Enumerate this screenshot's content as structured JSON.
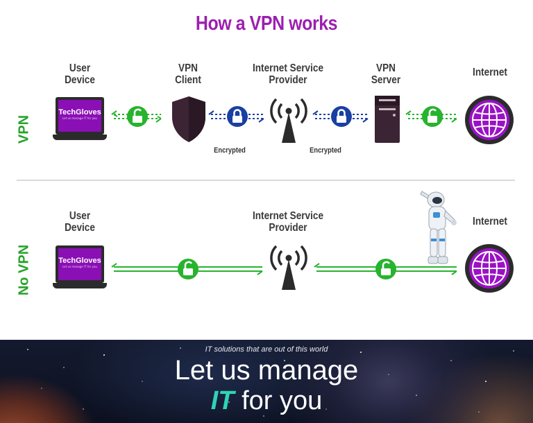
{
  "title": "How a VPN works",
  "rows": {
    "vpn": {
      "label": "VPN",
      "nodes": {
        "user_device": "User\nDevice",
        "vpn_client": "VPN\nClient",
        "isp": "Internet Service\nProvider",
        "vpn_server": "VPN\nServer",
        "internet": "Internet"
      },
      "encrypted_labels": [
        "Encrypted",
        "Encrypted"
      ]
    },
    "no_vpn": {
      "label": "No VPN",
      "nodes": {
        "user_device": "User\nDevice",
        "isp": "Internet Service\nProvider",
        "internet": "Internet"
      }
    }
  },
  "laptop": {
    "brand": "TechGloves",
    "tagline": "Let us manage IT for you"
  },
  "banner": {
    "tagline": "IT solutions that are out of this world",
    "line1": "Let us manage",
    "line2_highlight": "IT",
    "line2_rest": " for you"
  },
  "colors": {
    "title": "#9c1fb0",
    "row_label": "#27a32a",
    "unencrypted": "#27b32e",
    "encrypted": "#1a3fa3",
    "device_purple": "#8a0fb5",
    "highlight": "#2fd4b4"
  },
  "icons": [
    "laptop-icon",
    "shield-icon",
    "antenna-tower-icon",
    "server-icon",
    "globe-icon",
    "open-lock-icon",
    "closed-lock-icon",
    "astronaut-figure"
  ]
}
